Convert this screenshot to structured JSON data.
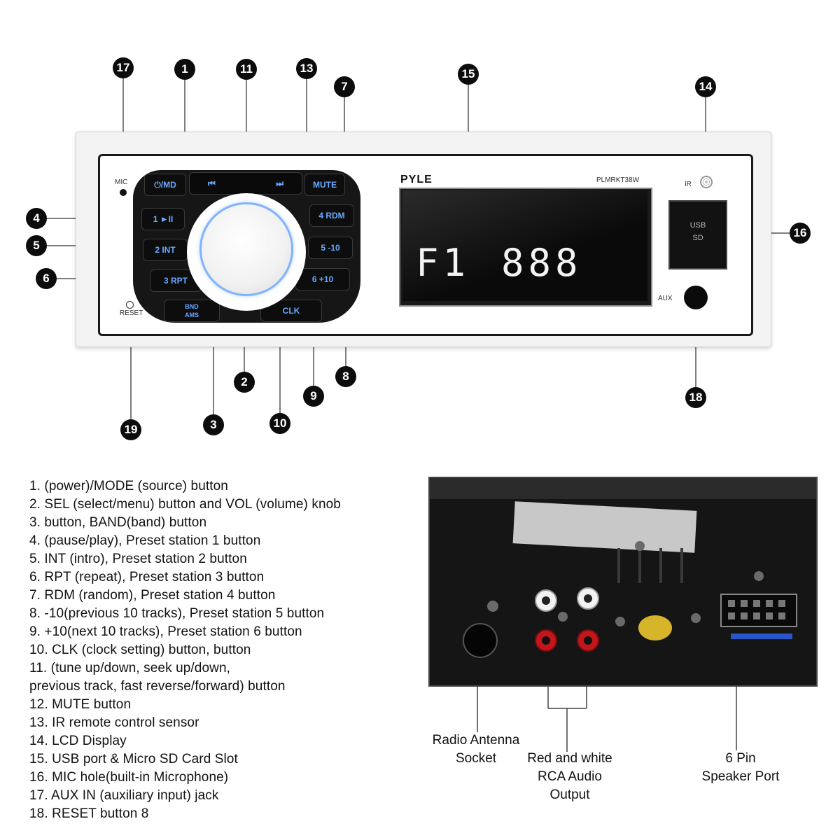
{
  "radio": {
    "brand": "PYLE",
    "model": "PLMRKT38W",
    "buttons": {
      "mode": "⏻/MD",
      "prev": "⏮",
      "next": "⏭",
      "mute": "MUTE",
      "p1": "1 ►II",
      "p2": "2 INT",
      "p3": "3 RPT",
      "p4": "4 RDM",
      "p5": "5 -10",
      "p6": "6 +10",
      "band_top": "BND",
      "band_bottom": "AMS",
      "clk": "CLK"
    },
    "lcd": {
      "left": "F1",
      "right": "888"
    },
    "labels": {
      "mic": "MIC",
      "reset": "RESET",
      "ir": "IR",
      "usb": "USB",
      "sd": "SD",
      "aux": "AUX"
    },
    "callouts": [
      "17",
      "1",
      "11",
      "13",
      "7",
      "15",
      "14",
      "4",
      "16",
      "5",
      "6",
      "2",
      "8",
      "9",
      "19",
      "3",
      "10",
      "18"
    ]
  },
  "legend": [
    "1. (power)/MODE (source) button",
    "2. SEL (select/menu) button and VOL (volume) knob",
    "3. button, BAND(band) button",
    "4. (pause/play), Preset station 1 button",
    "5. INT (intro), Preset station 2 button",
    "6. RPT (repeat), Preset station 3 button",
    "7. RDM (random), Preset station 4 button",
    "8. -10(previous 10 tracks), Preset station 5 button",
    "9. +10(next 10 tracks), Preset station 6 button",
    "10. CLK (clock setting) button, button",
    "11. (tune up/down, seek up/down,",
    "previous track, fast reverse/forward) button",
    "12. MUTE button",
    "13. IR remote control sensor",
    "14. LCD Display",
    "15. USB port & Micro SD Card Slot",
    "16. MIC hole(built-in Microphone)",
    "17. AUX IN (auxiliary input) jack",
    "18. RESET button 8"
  ],
  "rear": {
    "antenna_line1": "Radio Antenna",
    "antenna_line2": "Socket",
    "rca_line1": "Red and white",
    "rca_line2": "RCA Audio",
    "rca_line3": "Output",
    "speaker_line1": "6 Pin",
    "speaker_line2": "Speaker Port"
  },
  "colors": {
    "button_text": "#6aa8ff",
    "knob_glow": "#4a8cff",
    "rca_red": "#c0161c",
    "rca_white": "#f2f2f2"
  }
}
